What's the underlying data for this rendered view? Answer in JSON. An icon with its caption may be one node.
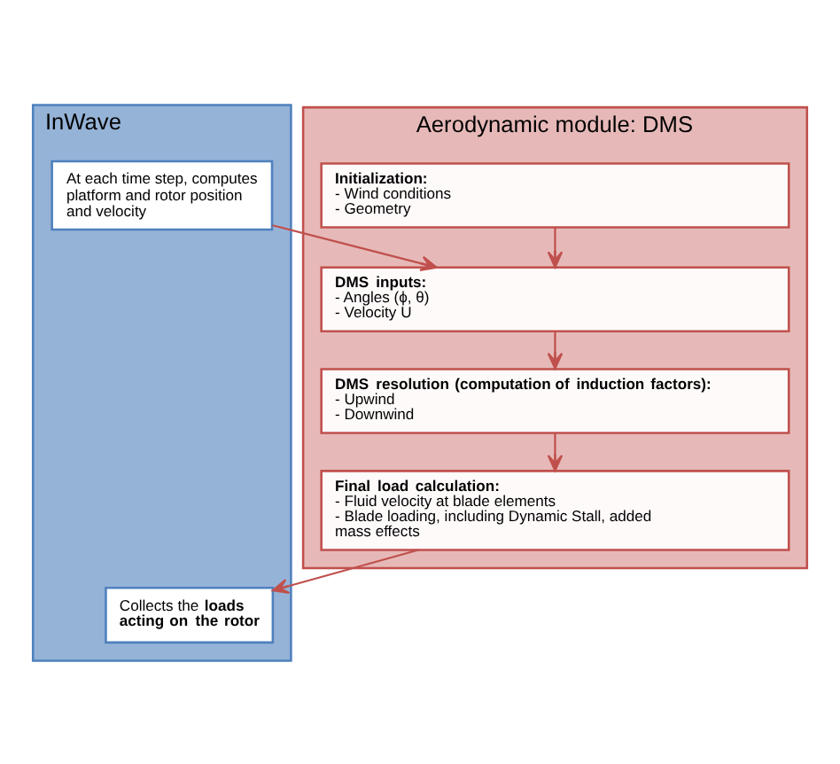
{
  "diagram": {
    "nodes": [
      {
        "text": [
          "InWave"
        ]
      },
      {
        "text": [
          "At each time step, computes platform and rotor position and velocity"
        ],
        "in": 0
      },
      {
        "text": [
          "Collects the **loads acting on the rotor**"
        ],
        "in": 0
      },
      {
        "text": [
          "Aerodynamic module: DMS"
        ]
      },
      {
        "text": [
          "Initialization:",
          "- Wind conditions",
          "- Geometry"
        ],
        "in": 3
      },
      {
        "text": [
          "DMS inputs:",
          "- Angles (ϕ, θ)",
          "- Velocity U"
        ],
        "in": 3
      },
      {
        "text": [
          "DMS resolution (computation of induction factors):",
          "- Upwind",
          "- Downwind"
        ],
        "in": 3
      },
      {
        "text": [
          "Final load calculation:",
          "- Fluid velocity at blade elements",
          "- Blade loading, including Dynamic Stall, added mass effects"
        ],
        "in": 3
      }
    ],
    "edges": [
      {
        "from": 4,
        "to": 5,
        "arrow": "to"
      },
      {
        "from": 1,
        "to": 5,
        "arrow": "to"
      },
      {
        "from": 5,
        "to": 6,
        "arrow": "to"
      },
      {
        "from": 6,
        "to": 7,
        "arrow": "to"
      },
      {
        "from": 7,
        "to": 2,
        "arrow": "to"
      }
    ]
  }
}
